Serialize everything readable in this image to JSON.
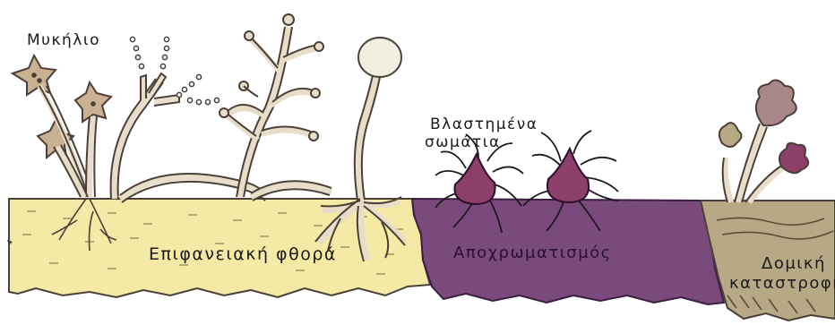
{
  "labels": {
    "mycelium": "Μυκήλιο",
    "germinated_bodies_line1": "Βλαστημένα",
    "germinated_bodies_line2": "σωμάτια",
    "surface_wear": "Επιφανειακή φθορά",
    "discoloration": "Αποχρωματισμός",
    "structural_damage_line1": "Δομική",
    "structural_damage_line2": "καταστροφή"
  },
  "colors": {
    "surface_zone": "#f4eaa6",
    "discoloration_zone": "#7b4a7d",
    "structural_zone": "#b7a986",
    "hypha": "#e7ddc8",
    "hypha_outline": "#4a4038",
    "spore_body": "#8c3f68",
    "leaf_rose": "#a9868a"
  }
}
